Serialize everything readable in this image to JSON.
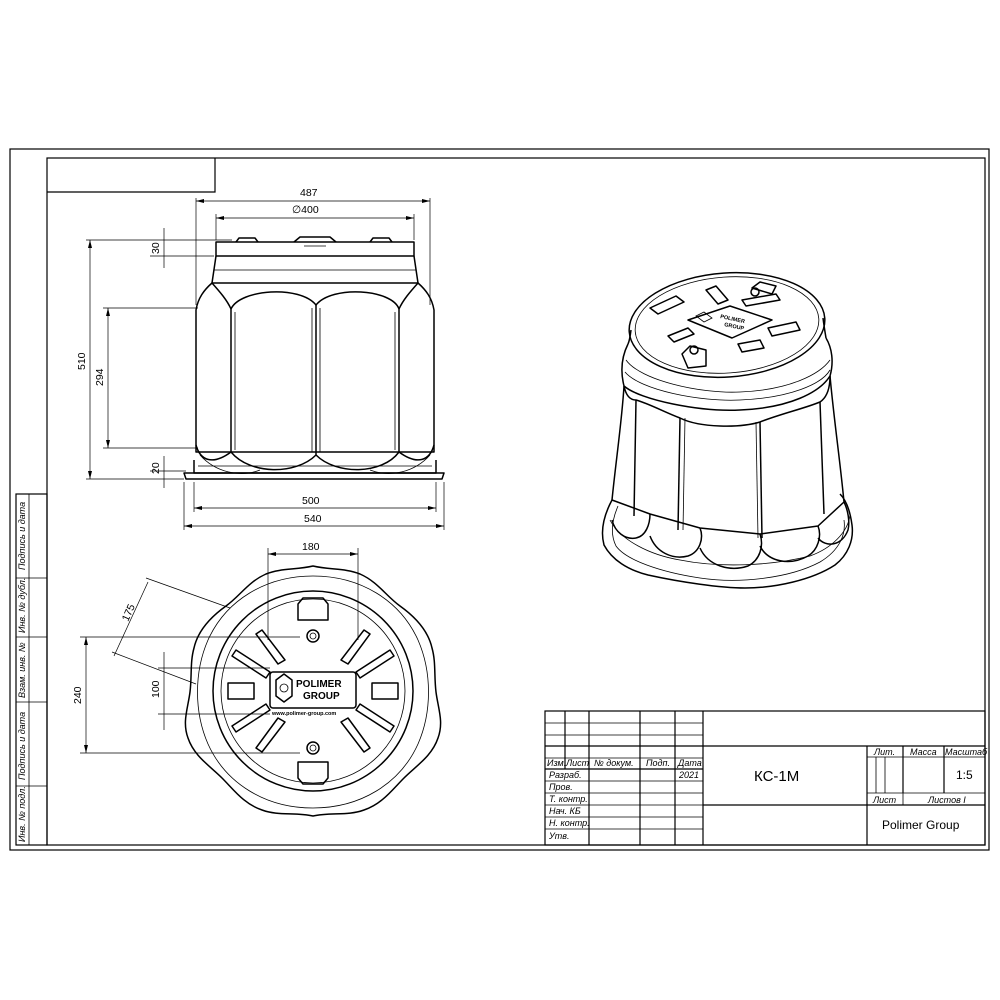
{
  "dimensions": {
    "d487": "487",
    "d400": "∅400",
    "d30": "30",
    "d510": "510",
    "d294": "294",
    "d20": "20",
    "d500": "500",
    "d540": "540",
    "d180": "180",
    "d175": "175",
    "d240": "240",
    "d100": "100"
  },
  "logo": {
    "line1": "POLIMER",
    "line2": "GROUP",
    "url": "www.polimer-group.com"
  },
  "side_stamp": {
    "podpis_data_top": "Подпись и дата",
    "inv_dubl": "Инв. № дубл.",
    "vzam_inv": "Взам. инв. №",
    "podpis_data_bottom": "Подпись и дата",
    "inv_podl": "Инв. № подл."
  },
  "title_block": {
    "h_izm": "Изм.",
    "h_list": "Лист",
    "h_dokum": "№ докум.",
    "h_podp": "Подп.",
    "h_data": "Дата",
    "r_razrab": "Разраб.",
    "r_prov": "Пров.",
    "r_tkontr": "Т. контр.",
    "r_nachkb": "Нач. КБ",
    "r_nkontr": "Н. контр.",
    "r_utv": "Утв.",
    "year": "2021",
    "designation": "КС-1М",
    "lit": "Лит.",
    "massa": "Масса",
    "masshtab": "Масштаб",
    "scale": "1:5",
    "list": "Лист",
    "listov": "Листов I",
    "company": "Polimer Group"
  }
}
